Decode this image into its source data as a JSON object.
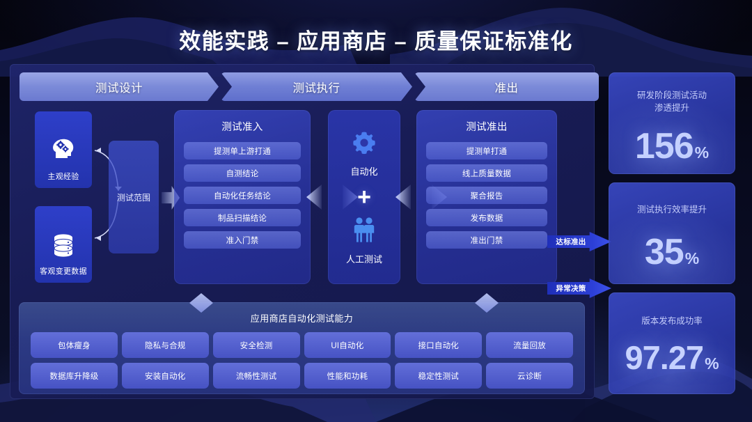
{
  "title": "效能实践 – 应用商店 – 质量保证标准化",
  "phases": [
    {
      "label": "测试设计"
    },
    {
      "label": "测试执行"
    },
    {
      "label": "准出"
    }
  ],
  "sources": [
    {
      "label": "主观经验",
      "icon": "head-gears-icon"
    },
    {
      "label": "客观变更数据",
      "icon": "database-icon"
    }
  ],
  "scope": {
    "label": "测试范围"
  },
  "entry_box": {
    "title": "测试准入",
    "items": [
      "提测单上游打通",
      "自测结论",
      "自动化任务结论",
      "制品扫描结论",
      "准入门禁"
    ]
  },
  "middle": {
    "top": {
      "label": "自动化",
      "icon": "gear-icon"
    },
    "operator": "+",
    "bottom": {
      "label": "人工测试",
      "icon": "people-icon"
    }
  },
  "exit_box": {
    "title": "测试准出",
    "items": [
      "提测单打通",
      "线上质量数据",
      "聚合报告",
      "发布数据",
      "准出门禁"
    ]
  },
  "exit_arrows": [
    {
      "label": "达标准出"
    },
    {
      "label": "异常决策"
    }
  ],
  "capability": {
    "title": "应用商店自动化测试能力",
    "chips": [
      "包体瘦身",
      "隐私与合规",
      "安全检测",
      "UI自动化",
      "接口自动化",
      "流量回放",
      "数据库升降级",
      "安装自动化",
      "流畅性测试",
      "性能和功耗",
      "稳定性测试",
      "云诊断"
    ]
  },
  "kpis": [
    {
      "label": "研发阶段测试活动\n渗透提升",
      "label_line1": "研发阶段测试活动",
      "label_line2": "渗透提升",
      "value": "156",
      "unit": "%"
    },
    {
      "label": "测试执行效率提升",
      "label_line1": "测试执行效率提升",
      "label_line2": "",
      "value": "35",
      "unit": "%"
    },
    {
      "label": "版本发布成功率",
      "label_line1": "版本发布成功率",
      "label_line2": "",
      "value": "97.27",
      "unit": "%"
    }
  ],
  "colors": {
    "background": "#05060f",
    "panel": "#1d2260",
    "accent": "#3d52ea",
    "chip": "#6c78e8",
    "kpi_value": "#ccd6ff",
    "title_text": "#ffffff"
  }
}
